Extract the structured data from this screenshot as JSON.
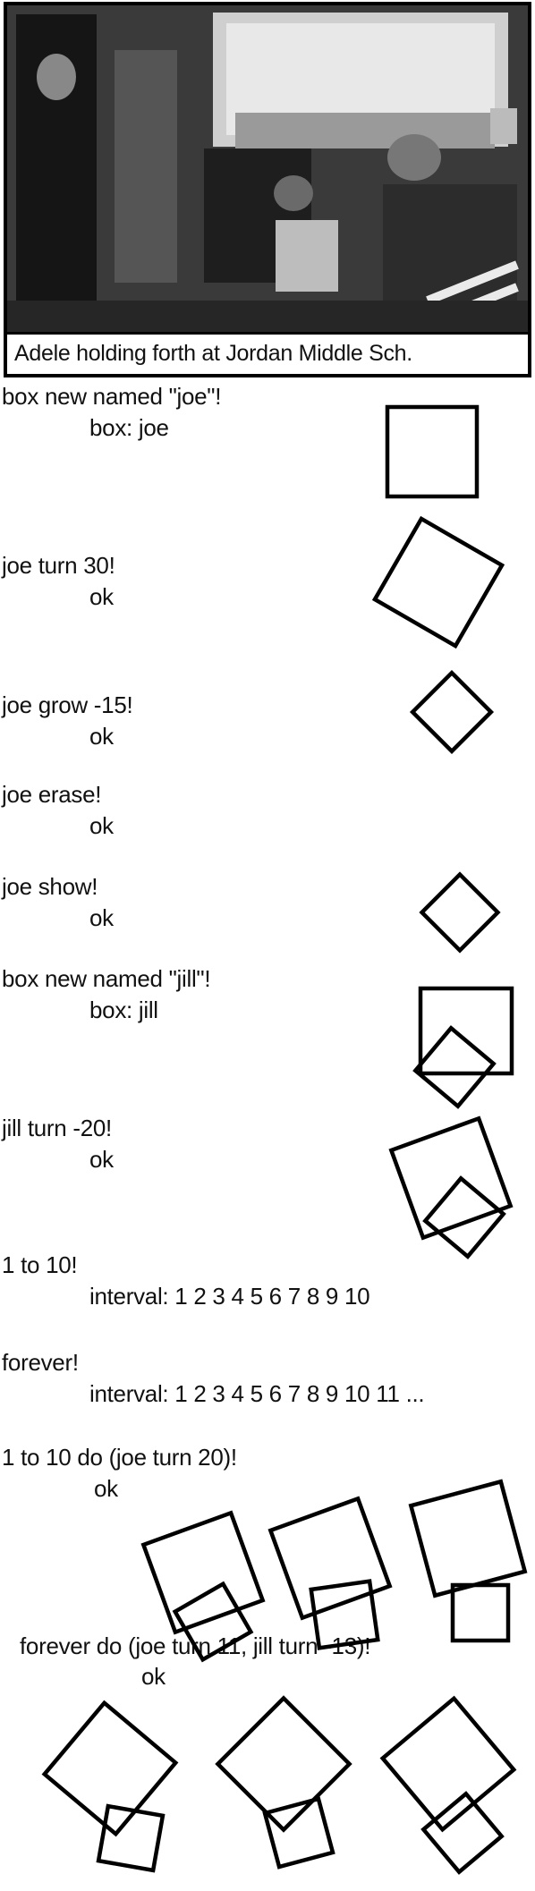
{
  "photo": {
    "caption": "Adele holding forth at Jordan Middle Sch."
  },
  "transcript": [
    {
      "command": "box new named \"joe\"!",
      "result": "box: joe"
    },
    {
      "command": "joe turn 30!",
      "result": "ok"
    },
    {
      "command": "joe grow -15!",
      "result": "ok"
    },
    {
      "command": "joe erase!",
      "result": "ok"
    },
    {
      "command": "joe show!",
      "result": "ok"
    },
    {
      "command": "box new named \"jill\"!",
      "result": "box: jill"
    },
    {
      "command": "jill turn -20!",
      "result": "ok"
    },
    {
      "command": "1 to 10!",
      "result": "interval: 1 2 3 4 5 6 7 8 9 10"
    },
    {
      "command": "forever!",
      "result": "interval: 1 2 3 4 5 6 7 8 9 10 11 ..."
    },
    {
      "command": "1 to 10 do (joe turn 20)!",
      "result": "ok"
    },
    {
      "command": "forever do (joe turn 11, jill turn -13)!",
      "result": "ok"
    }
  ]
}
